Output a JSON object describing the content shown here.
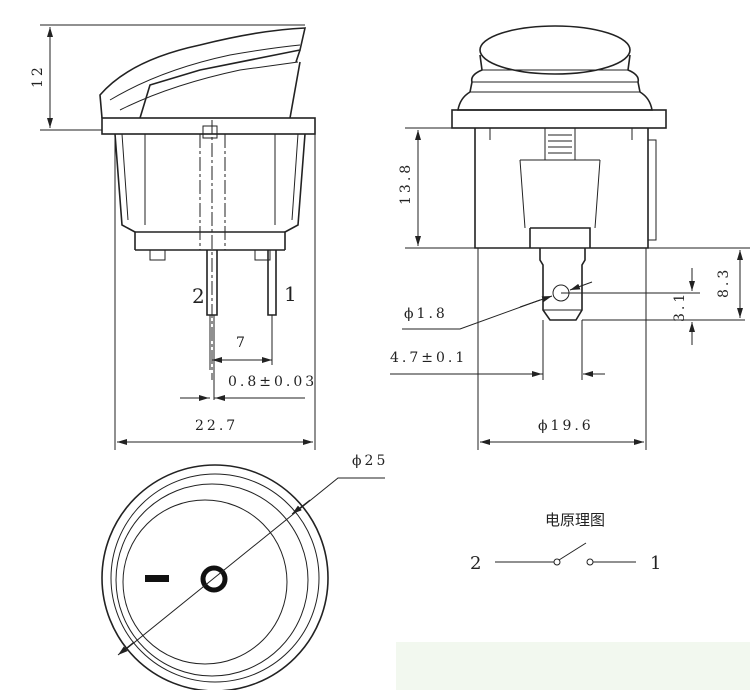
{
  "dimensions": {
    "height_cap": "12",
    "pin_spacing": "7",
    "pin_thickness": "0.8±0.03",
    "body_width": "22.7",
    "body_height": "13.8",
    "hole_diameter": "ϕ1.8",
    "terminal_width": "4.7±0.1",
    "terminal_length": "8.3",
    "hole_offset": "3.1",
    "body_diameter": "ϕ19.6",
    "cap_diameter": "ϕ25"
  },
  "pins": {
    "left": "2",
    "right": "1"
  },
  "schematic": {
    "title": "电原理图",
    "terminal_left": "2",
    "terminal_right": "1"
  },
  "colors": {
    "line": "#222222",
    "background": "#ffffff",
    "corner_panel": "#f2f8ef"
  }
}
